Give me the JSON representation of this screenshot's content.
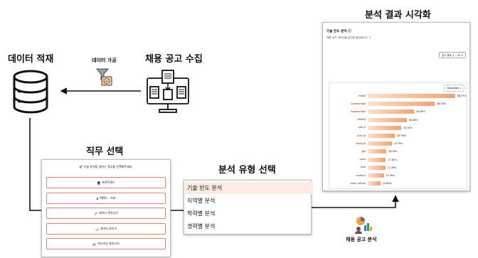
{
  "diagram": {
    "storage_title": "데이터 적재",
    "process_label": "데이터 가공",
    "collect_title": "채용 공고 수집",
    "visualize_title": "분석 결과 시각화",
    "job_title": "직무 선택",
    "type_title": "분석 유형 선택",
    "analysis_label": "채용 공고 분석"
  },
  "job_panel": {
    "prompt": "🚀 기술 분석을 원하는 직무를 선택해주세요.",
    "options": [
      {
        "icon": "🖥",
        "label": "프론트엔드"
      },
      {
        "icon": "⌸",
        "label": "백엔드 · 서버"
      },
      {
        "icon": "🖊",
        "label": "데이터 엔지니어"
      },
      {
        "icon": "📊",
        "label": "데이터 분석가"
      },
      {
        "icon": "🤖",
        "label": "머신러닝 엔지니어"
      }
    ]
  },
  "type_panel": {
    "options": [
      "기술 빈도 분석",
      "지역별 분석",
      "학력별 분석",
      "경력별 분석"
    ],
    "selected": 0
  },
  "result_panel": {
    "title": "기술 빈도 분석",
    "info_icon": "ⓘ",
    "subtitle": "채용 공고 365건을 분석한 결과입니다.",
    "select_label": "표시 항목 수 :",
    "select_value": "20",
    "download_label": "Download"
  },
  "colors": {
    "bar": "#f2a26f",
    "bar_light": "#fbe1cc",
    "label_accent": "#d4562c",
    "selected_row": "#fcebe3",
    "job_border": "#d9826e"
  },
  "chart_data": {
    "type": "bar",
    "orientation": "horizontal",
    "categories": [
      "react",
      "javascript",
      "typescript",
      "html5",
      "css 3",
      "vue.js",
      "next.js",
      "git",
      "aws",
      "java",
      "node.js",
      "react native"
    ],
    "values": [
      86.03,
      66.03,
      45.48,
      38.36,
      33.01,
      26.78,
      23.78,
      18.34,
      17.81,
      17.26,
      15.76,
      12.6
    ],
    "value_labels": [
      "86.03%",
      "66.03%",
      "45.48%",
      "38.36%",
      "33.01%",
      "26.78%",
      "23.78%",
      "18.34%",
      "17.81%",
      "17.26%",
      "15.76%",
      "12.60%"
    ],
    "accent_categories": 9,
    "xlim": [
      0,
      100
    ]
  }
}
